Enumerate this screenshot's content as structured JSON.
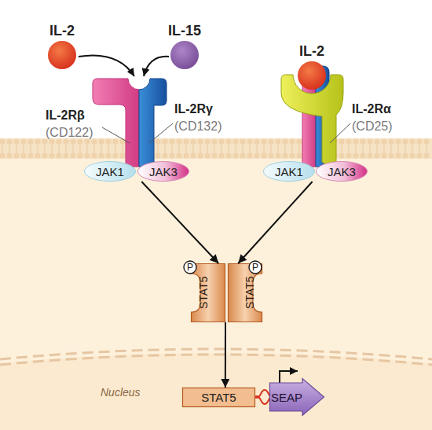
{
  "diagram": {
    "nodes": [
      {
        "text": [
          "IL-2"
        ]
      },
      {
        "text": [
          "IL-15"
        ]
      },
      {
        "text": [
          "IL-2"
        ]
      },
      {
        "text": [
          "JAK1"
        ]
      },
      {
        "text": [
          "JAK3"
        ]
      },
      {
        "text": [
          "JAK1"
        ]
      },
      {
        "text": [
          "JAK3"
        ]
      },
      {
        "text": [
          "STAT5"
        ]
      },
      {
        "text": [
          "STAT5"
        ]
      },
      {
        "text": [
          "P"
        ]
      },
      {
        "text": [
          "P"
        ]
      },
      {
        "text": [
          "STAT5"
        ]
      },
      {
        "text": [
          "SEAP"
        ]
      }
    ],
    "edges": [
      {
        "from": 4,
        "to": 7,
        "arrow": "to"
      },
      {
        "from": 5,
        "to": 8,
        "arrow": "to"
      },
      {
        "from": 7,
        "to": 11,
        "arrow": "to"
      }
    ],
    "labels": [
      "IL-2Rβ",
      "(CD122)",
      "IL-2Rγ",
      "(CD132)",
      "IL-2Rα",
      "(CD25)",
      "Nucleus"
    ]
  }
}
